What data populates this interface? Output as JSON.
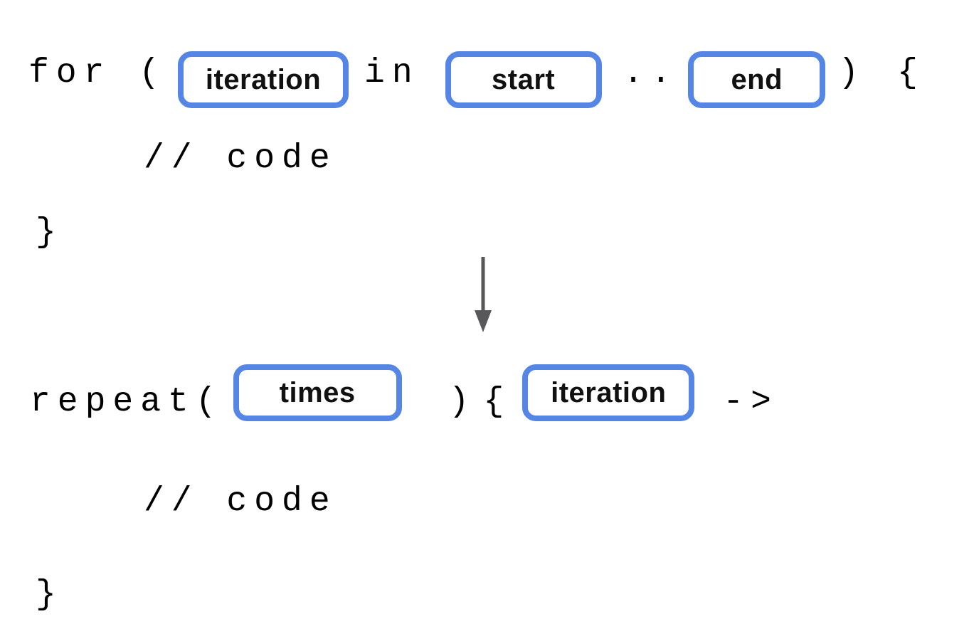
{
  "colors": {
    "box_border": "#5586E6",
    "arrow": "#58585B",
    "code_text": "#000000",
    "label_text": "#111111",
    "background": "#FFFFFF"
  },
  "for_snippet": {
    "keyword_prefix": "for (",
    "param_iteration": "iteration",
    "in_keyword": "in",
    "param_start": "start",
    "range_operator": "..",
    "close_paren": ")",
    "open_brace": "{",
    "body_comment": "// code",
    "close_brace": "}"
  },
  "transform_arrow": {
    "direction": "down"
  },
  "repeat_snippet": {
    "keyword_prefix": "repeat(",
    "param_times": "times",
    "close_paren": ")",
    "open_brace": "{",
    "param_iteration": "iteration",
    "lambda_arrow": "->",
    "body_comment": "// code",
    "close_brace": "}"
  }
}
